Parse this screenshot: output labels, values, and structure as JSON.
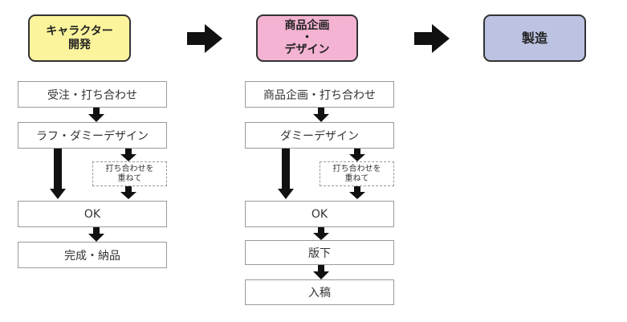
{
  "colors": {
    "header_1": "#fbf49c",
    "header_2": "#f4b3d2",
    "header_3": "#bcc3e2",
    "arrow": "#111111"
  },
  "headers": [
    {
      "lines": [
        "キャラクター",
        "開発"
      ]
    },
    {
      "lines": [
        "商品企画",
        "・",
        "デザイン"
      ]
    },
    {
      "lines": [
        "製造"
      ]
    }
  ],
  "flow1": {
    "steps": [
      "受注・打ち合わせ",
      "ラフ・ダミーデザイン",
      "OK",
      "完成・納品"
    ],
    "side_note": [
      "打ち合わせを",
      "重ねて"
    ]
  },
  "flow2": {
    "steps": [
      "商品企画・打ち合わせ",
      "ダミーデザイン",
      "OK",
      "版下",
      "入稿"
    ],
    "side_note": [
      "打ち合わせを",
      "重ねて"
    ]
  }
}
